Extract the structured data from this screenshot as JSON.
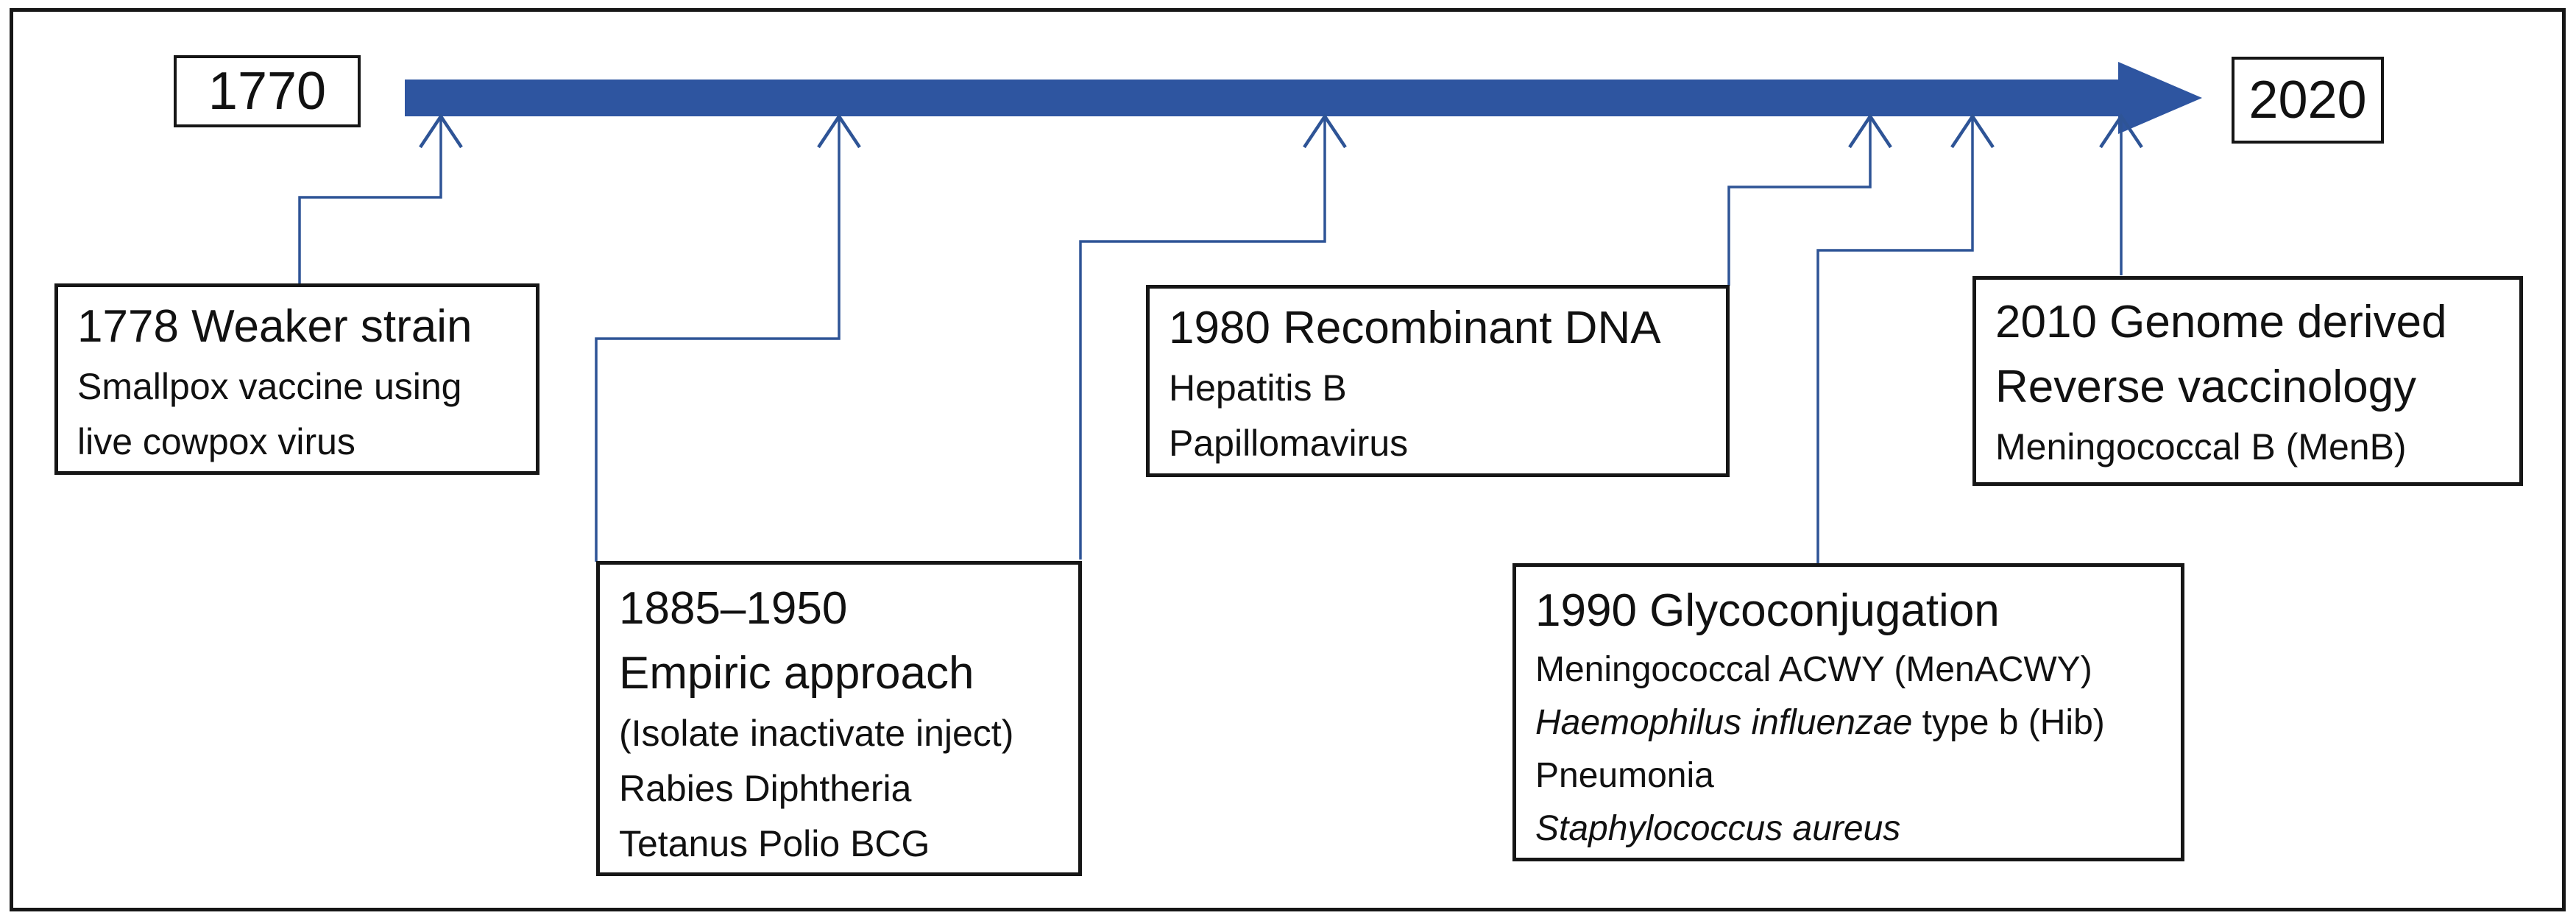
{
  "colors": {
    "arrow": "#2e55a0",
    "connector": "#2e5496",
    "border": "#161616",
    "text": "#111111",
    "background": "#ffffff"
  },
  "timeline": {
    "start_year": "1770",
    "end_year": "2020",
    "direction": "left-to-right"
  },
  "events": [
    {
      "title1": "1778 Weaker strain",
      "lines": [
        {
          "i": "",
          "r": "Smallpox vaccine using"
        },
        {
          "i": "",
          "r": "live cowpox virus"
        }
      ]
    },
    {
      "title1": "1885–1950",
      "title2": "Empiric approach",
      "lines": [
        {
          "i": "",
          "r": "(Isolate inactivate inject)"
        },
        {
          "i": "",
          "r": "Rabies Diphtheria"
        },
        {
          "i": "",
          "r": "Tetanus Polio BCG"
        }
      ]
    },
    {
      "title1": "1980 Recombinant DNA",
      "lines": [
        {
          "i": "",
          "r": "Hepatitis B"
        },
        {
          "i": "",
          "r": "Papillomavirus"
        }
      ]
    },
    {
      "title1": "1990 Glycoconjugation",
      "lines": [
        {
          "i": "",
          "r": "Meningococcal ACWY (MenACWY)"
        },
        {
          "i": "Haemophilus influenzae",
          "r": " type b (Hib)"
        },
        {
          "i": "",
          "r": "Pneumonia"
        },
        {
          "i": "Staphylococcus aureus",
          "r": ""
        }
      ]
    },
    {
      "title1": "2010 Genome derived",
      "title2": "Reverse vaccinology",
      "lines": [
        {
          "i": "",
          "r": "Meningococcal B (MenB)"
        }
      ]
    }
  ]
}
